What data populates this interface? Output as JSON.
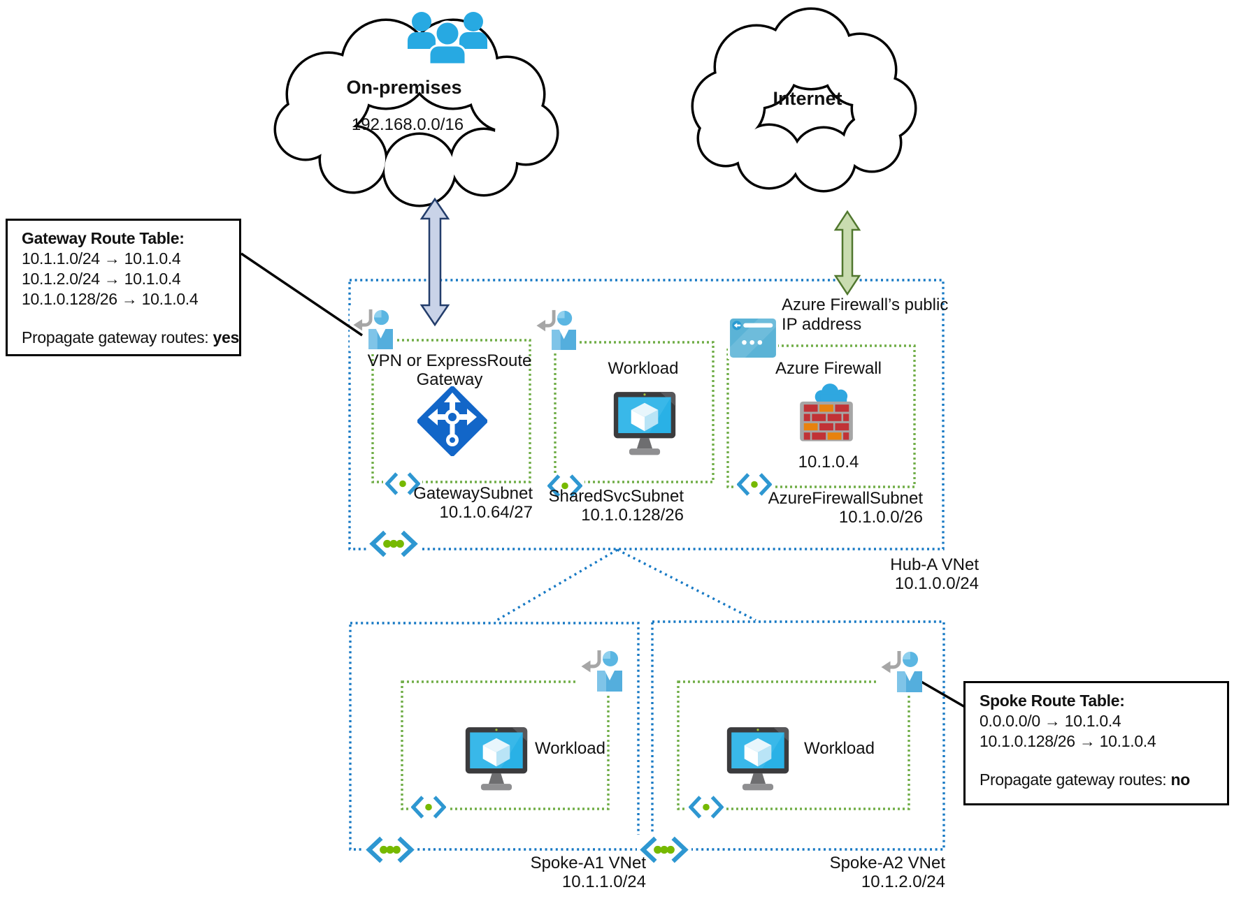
{
  "clouds": {
    "onprem": {
      "title": "On-premises",
      "ip": "192.168.0.0/16"
    },
    "internet": {
      "title": "Internet"
    }
  },
  "gateway_route_table": {
    "title": "Gateway Route Table:",
    "routes": [
      "10.1.1.0/24 → 10.1.0.4",
      "10.1.2.0/24 → 10.1.0.4",
      "10.1.0.128/26 → 10.1.0.4"
    ],
    "propagate_label": "Propagate gateway routes: ",
    "propagate_value": "yes"
  },
  "spoke_route_table": {
    "title": "Spoke Route Table:",
    "routes": [
      "0.0.0.0/0 → 10.1.0.4",
      "10.1.0.128/26 → 10.1.0.4"
    ],
    "propagate_label": "Propagate gateway routes: ",
    "propagate_value": "no"
  },
  "hub": {
    "name": "Hub-A VNet",
    "cidr": "10.1.0.0/24",
    "gateway_label_line1": "VPN or ExpressRoute",
    "gateway_label_line2": "Gateway",
    "workload_label": "Workload",
    "firewall_label": "Azure Firewall",
    "firewall_ip": "10.1.0.4",
    "firewall_pubip_line1": "Azure Firewall’s public",
    "firewall_pubip_line2": "IP address",
    "subnets": [
      {
        "name": "GatewaySubnet",
        "cidr": "10.1.0.64/27"
      },
      {
        "name": "SharedSvcSubnet",
        "cidr": "10.1.0.128/26"
      },
      {
        "name": "AzureFirewallSubnet",
        "cidr": "10.1.0.0/26"
      }
    ]
  },
  "spokes": [
    {
      "name": "Spoke-A1 VNet",
      "cidr": "10.1.1.0/24",
      "workload_label": "Workload"
    },
    {
      "name": "Spoke-A2 VNet",
      "cidr": "10.1.2.0/24",
      "workload_label": "Workload"
    }
  ],
  "icons": [
    "users-icon",
    "route-table-icon",
    "vpn-gateway-icon",
    "vm-workload-icon",
    "azure-firewall-icon",
    "public-ip-icon",
    "vnet-icon",
    "subnet-icon",
    "cloud-shape",
    "double-arrow"
  ],
  "colors": {
    "vnet_border_blue": "#1779c4",
    "subnet_border_green": "#70ad47",
    "onprem_arrow_fill": "#c9d3e8",
    "onprem_arrow_stroke": "#233d6b",
    "internet_arrow_fill": "#c9dcb0",
    "internet_arrow_stroke": "#50772e",
    "azure_blue": "#1266c8",
    "person_blue": "#27a9e2",
    "firewall_red": "#c13236",
    "firewall_orange": "#e8820e",
    "dot_green": "#76b900"
  }
}
